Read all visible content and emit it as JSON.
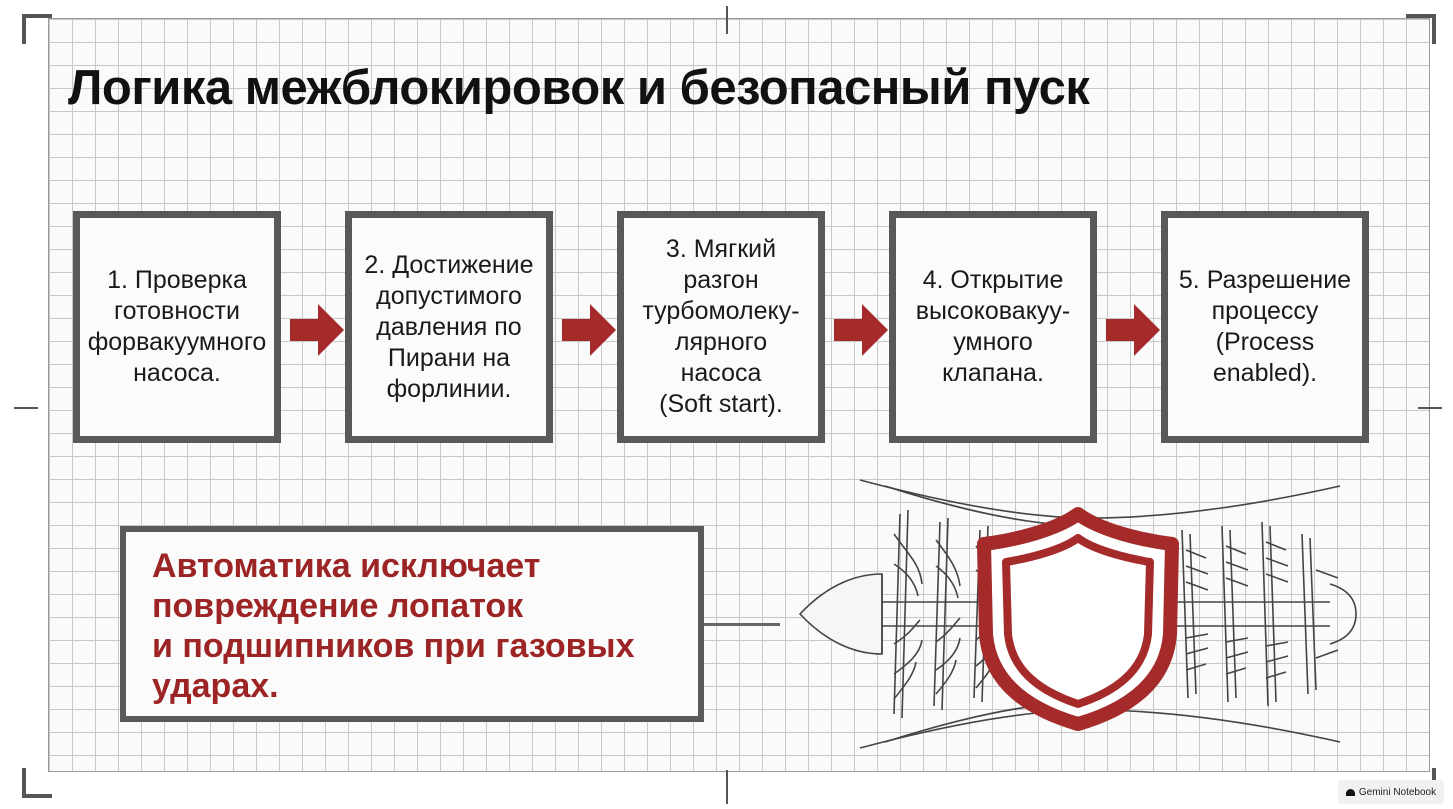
{
  "title": "Логика межблокировок и безопасный пуск",
  "steps": [
    {
      "lines": [
        "1. Проверка",
        "готовности",
        "форвакуумного",
        "насоса."
      ]
    },
    {
      "lines": [
        "2. Достижение",
        "допустимого",
        "давления по",
        "Пирани на",
        "форлинии."
      ]
    },
    {
      "lines": [
        "3. Мягкий",
        "разгон",
        "турбомолеку-",
        "лярного насоса",
        "(Soft start)."
      ]
    },
    {
      "lines": [
        "4. Открытие",
        "высоковакуу-",
        "умного",
        "клапана."
      ]
    },
    {
      "lines": [
        "5. Разрешение",
        "процессу",
        "(Process",
        "enabled)."
      ]
    }
  ],
  "callout": {
    "lines": [
      "Автоматика исключает",
      "повреждение лопаток",
      "и подшипников при газовых",
      "ударах."
    ]
  },
  "watermark": "Gemini Notebook",
  "icons": {
    "arrow": "arrow-right-icon",
    "shield": "shield-icon",
    "turbine": "turbine-icon"
  },
  "colors": {
    "accent": "#a52a2a",
    "box_border": "#595959",
    "callout_text": "#9c2424"
  }
}
